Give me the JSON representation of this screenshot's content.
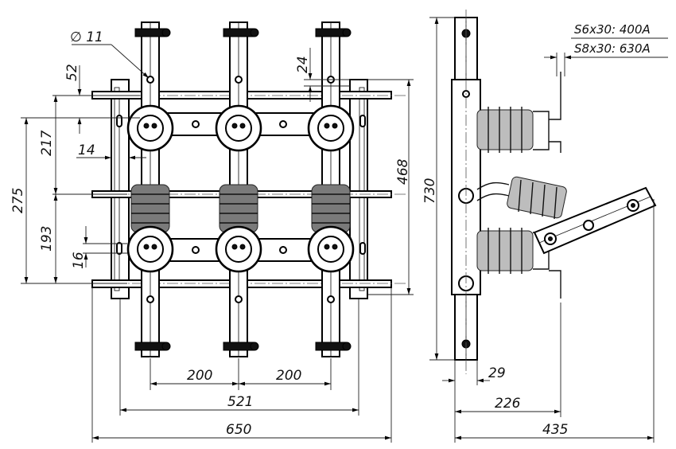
{
  "dimensions": {
    "hole_diameter": "∅ 11",
    "d52": "52",
    "d24": "24",
    "d217": "217",
    "d275": "275",
    "d14": "14",
    "d468": "468",
    "d193": "193",
    "d16": "16",
    "d730": "730",
    "d200a": "200",
    "d200b": "200",
    "d521": "521",
    "d650": "650",
    "d29": "29",
    "d226": "226",
    "d435": "435"
  },
  "notes": {
    "busbar_400": "S6x30: 400A",
    "busbar_630": "S8x30: 630A"
  }
}
